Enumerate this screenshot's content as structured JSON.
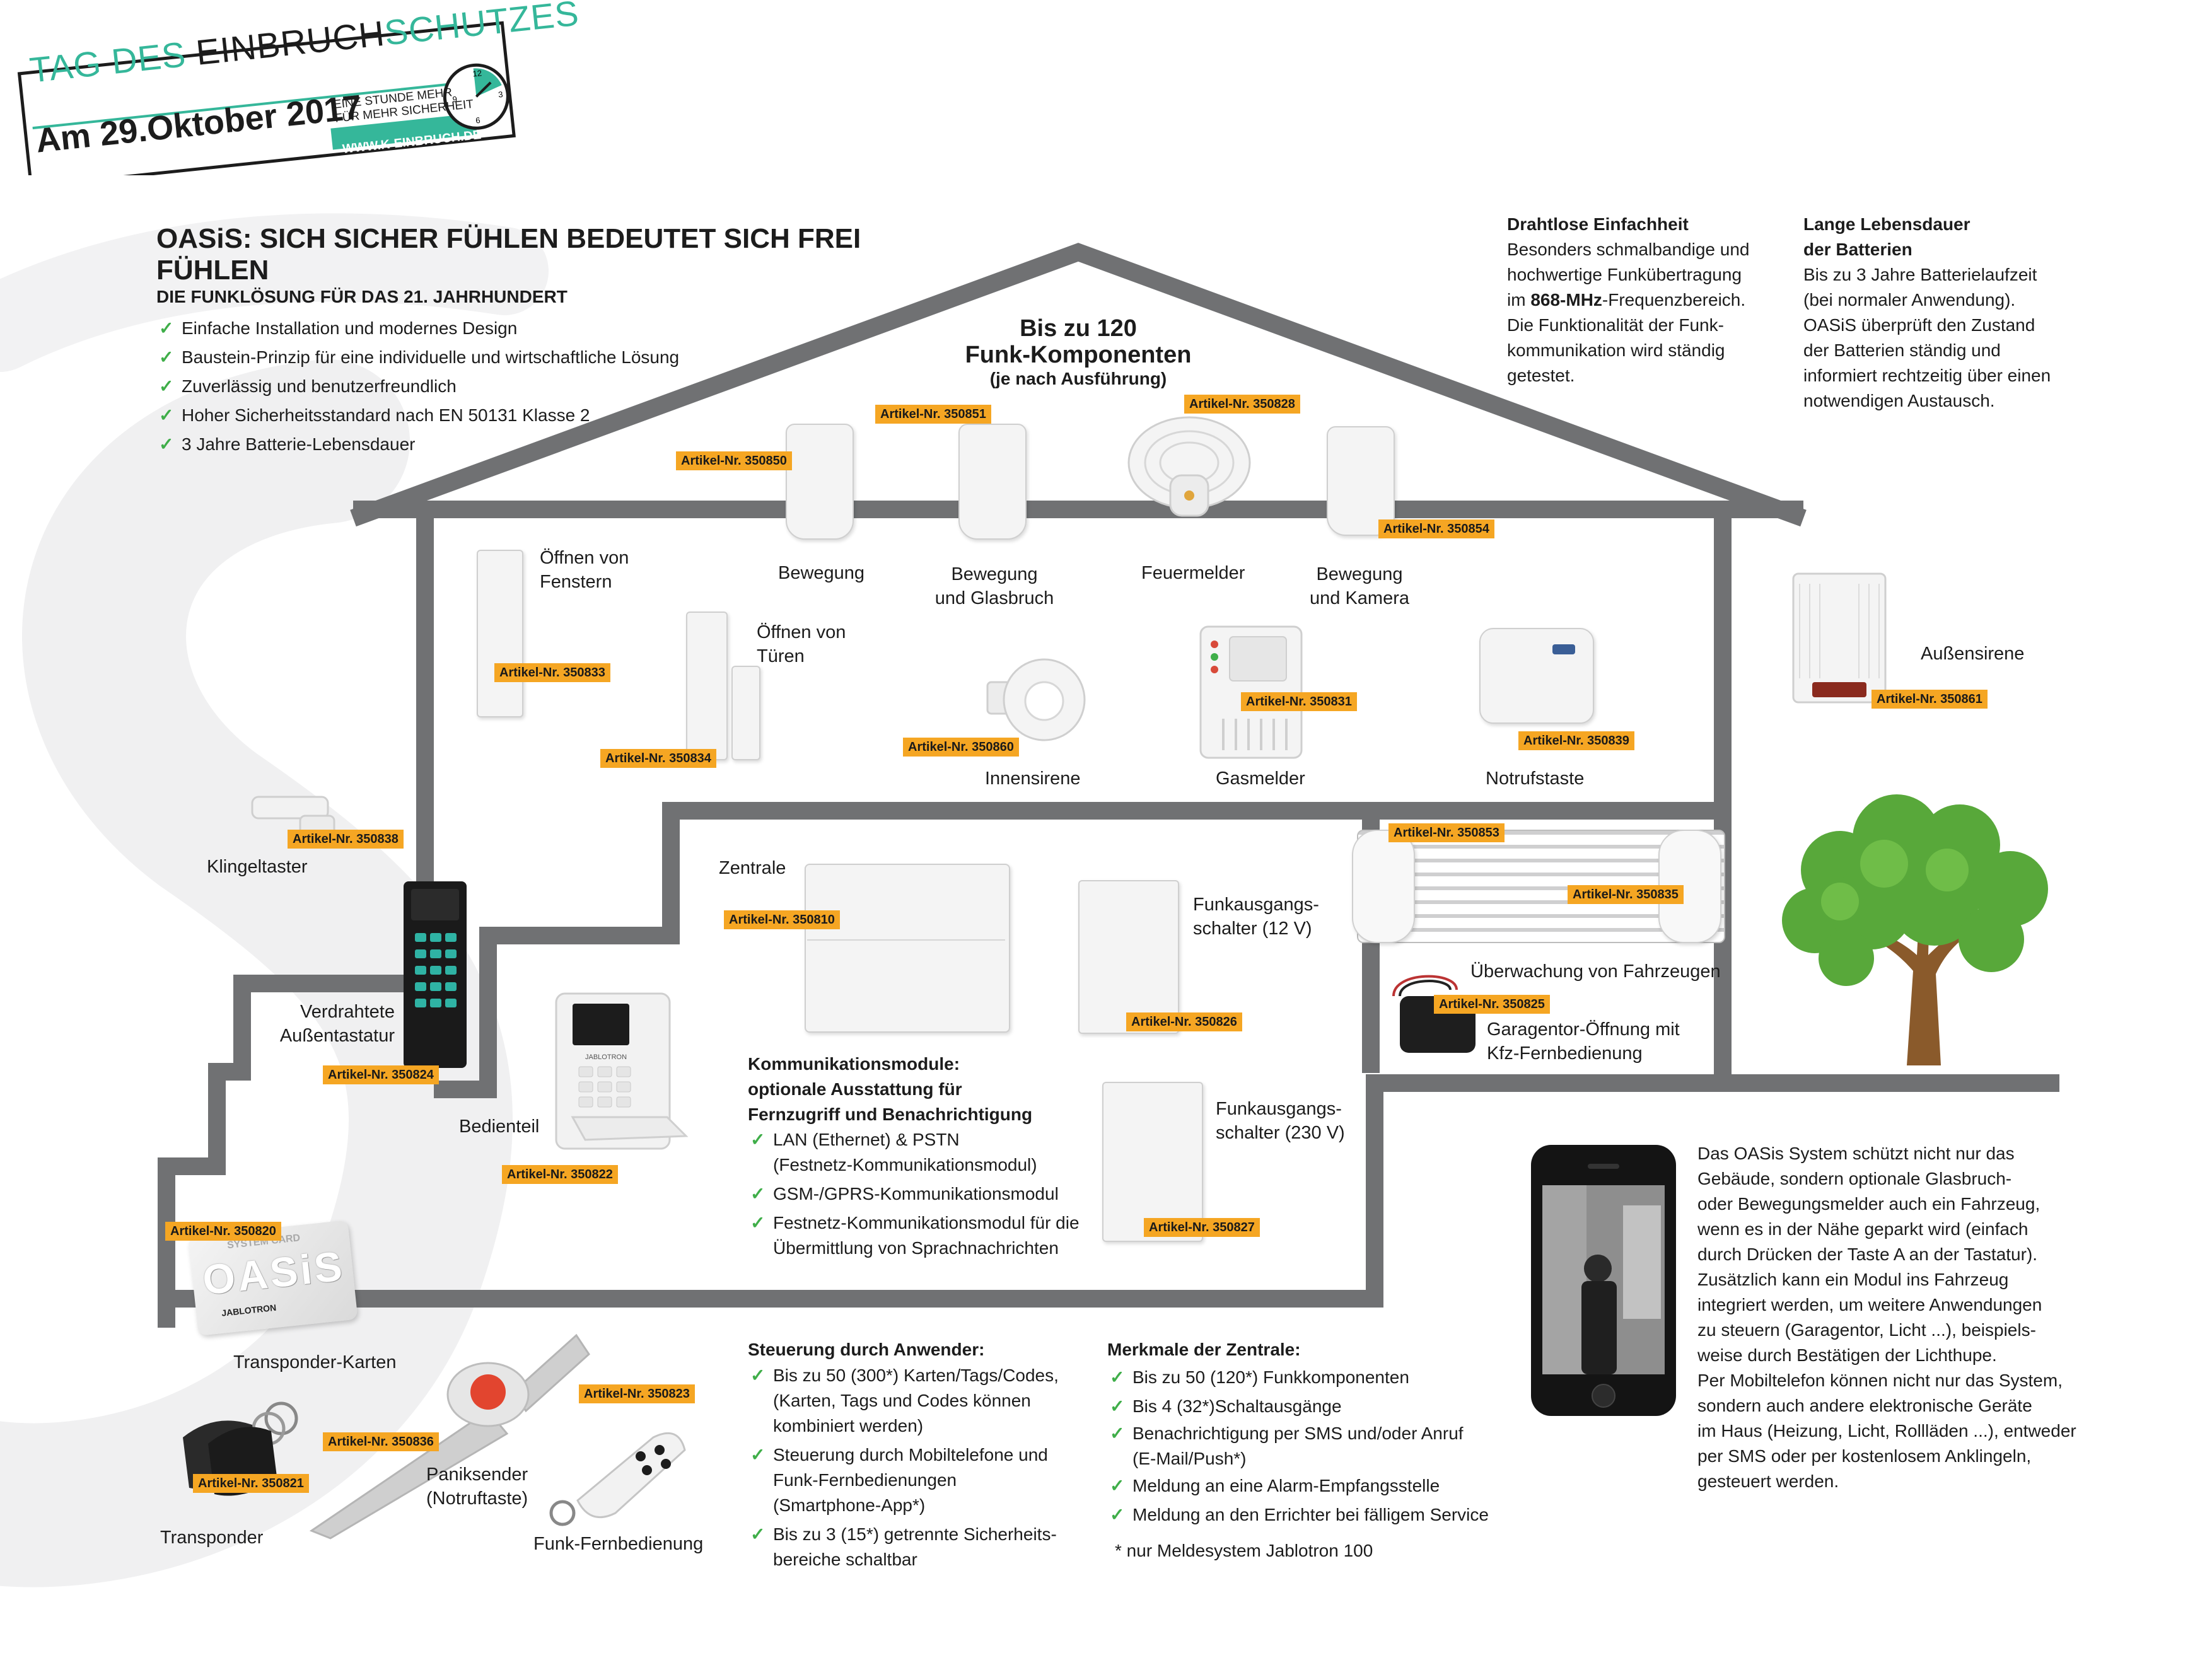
{
  "badge": {
    "line1_a": "TAG DES ",
    "line1_b": "EINBRUCH",
    "line1_c": "SCHUTZES",
    "date": "Am 29.Oktober 2017",
    "slogan1": "EINE STUNDE MEHR",
    "slogan2": "FÜR MEHR SICHERHEIT",
    "url": "WWW.K-EINBRUCH.DE",
    "clock_12": "12",
    "clock_9": "9",
    "clock_6": "6",
    "clock_3": "3"
  },
  "headline": {
    "title": "OASiS: SICH SICHER FÜHLEN BEDEUTET SICH FREI FÜHLEN",
    "subtitle": "DIE FUNKLÖSUNG FÜR DAS 21. JAHRHUNDERT",
    "features": [
      "Einfache Installation und modernes Design",
      "Baustein-Prinzip für eine individuelle und wirtschaftliche Lösung",
      "Zuverlässig und benutzerfreundlich",
      "Hoher Sicherheitsstandard nach EN 50131 Klasse 2",
      "3 Jahre Batterie-Lebensdauer"
    ]
  },
  "wireless": {
    "title": "Drahtlose Einfachheit",
    "l1": "Besonders schmalbandige und",
    "l2": "hochwertige Funkübertragung",
    "l3a": "im ",
    "l3b": "868-MHz",
    "l3c": "-Frequenzbereich.",
    "l4": "Die Funktionalität der Funk-",
    "l5": "kommunikation wird ständig",
    "l6": "getestet."
  },
  "battery": {
    "title1": "Lange Lebensdauer",
    "title2": "der Batterien",
    "l1": "Bis zu 3 Jahre Batterielaufzeit",
    "l2": "(bei normaler Anwendung).",
    "l3": "OASiS überprüft den Zustand",
    "l4": "der Batterien ständig und",
    "l5": "informiert rechtzeitig über einen",
    "l6": "notwendigen Austausch."
  },
  "components": {
    "line1": "Bis zu 120",
    "line2": "Funk-Komponenten",
    "line3": "(je nach Ausführung)"
  },
  "articles": {
    "a850": "Artikel-Nr. 350850",
    "a851": "Artikel-Nr. 350851",
    "a828": "Artikel-Nr. 350828",
    "a854": "Artikel-Nr. 350854",
    "a833": "Artikel-Nr. 350833",
    "a834": "Artikel-Nr. 350834",
    "a860": "Artikel-Nr. 350860",
    "a831": "Artikel-Nr. 350831",
    "a839": "Artikel-Nr. 350839",
    "a861": "Artikel-Nr. 350861",
    "a838": "Artikel-Nr. 350838",
    "a810": "Artikel-Nr. 350810",
    "a826": "Artikel-Nr. 350826",
    "a853": "Artikel-Nr. 350853",
    "a835": "Artikel-Nr. 350835",
    "a825": "Artikel-Nr. 350825",
    "a824": "Artikel-Nr. 350824",
    "a822": "Artikel-Nr. 350822",
    "a827": "Artikel-Nr. 350827",
    "a820": "Artikel-Nr. 350820",
    "a836": "Artikel-Nr. 350836",
    "a823": "Artikel-Nr. 350823",
    "a821": "Artikel-Nr. 350821"
  },
  "labels": {
    "bewegung": "Bewegung",
    "glas1": "Bewegung",
    "glas2": "und Glasbruch",
    "feuer": "Feuermelder",
    "kamera1": "Bewegung",
    "kamera2": "und Kamera",
    "fenster1": "Öffnen von",
    "fenster2": "Fenstern",
    "tueren1": "Öffnen von",
    "tueren2": "Türen",
    "innensirene": "Innensirene",
    "gasmelder": "Gasmelder",
    "notruf": "Notrufstaste",
    "aussensirene": "Außensirene",
    "klingel": "Klingeltaster",
    "zentrale": "Zentrale",
    "schalter12_1": "Funkausgangs-",
    "schalter12_2": "schalter (12 V)",
    "fahrzeuge": "Überwachung von Fahrzeugen",
    "garage1": "Garagentor-Öffnung mit",
    "garage2": "Kfz-Fernbedienung",
    "aussentast1": "Verdrahtete",
    "aussentast2": "Außentastatur",
    "bedienteil": "Bedienteil",
    "schalter230_1": "Funkausgangs-",
    "schalter230_2": "schalter (230 V)",
    "karten": "Transponder-Karten",
    "paniksender1": "Paniksender",
    "paniksender2": "(Notruftaste)",
    "fernbedienung": "Funk-Fernbedienung",
    "transponder": "Transponder"
  },
  "card": {
    "top": "SYSTEM CARD",
    "brand": "OASiS",
    "maker": "JABLOTRON"
  },
  "keypad_brand": "JABLOTRON",
  "kommunikation": {
    "title1": "Kommunikationsmodule:",
    "title2": "optionale Ausstattung für",
    "title3": "Fernzugriff und Benachrichtigung",
    "i1a": "LAN (Ethernet) & PSTN",
    "i1b": "(Festnetz-Kommunikationsmodul)",
    "i2": "GSM-/GPRS-Kommunikationsmodul",
    "i3a": "Festnetz-Kommunikationsmodul für die",
    "i3b": "Übermittlung von Sprachnachrichten"
  },
  "steuerung": {
    "title": "Steuerung durch Anwender:",
    "i1a": "Bis zu 50 (300*) Karten/Tags/Codes,",
    "i1b": "(Karten, Tags und Codes können",
    "i1c": "kombiniert werden)",
    "i2a": "Steuerung durch Mobiltelefone und",
    "i2b": "Funk-Fernbedienungen",
    "i2c": "(Smartphone-App*)",
    "i3a": "Bis zu 3 (15*) getrennte Sicherheits-",
    "i3b": "bereiche schaltbar"
  },
  "merkmale": {
    "title": "Merkmale der Zentrale:",
    "i1": "Bis zu 50 (120*) Funkkomponenten",
    "i2": "Bis 4 (32*)Schaltausgänge",
    "i3a": "Benachrichtigung per SMS und/oder Anruf",
    "i3b": "(E-Mail/Push*)",
    "i4": "Meldung an eine Alarm-Empfangsstelle",
    "i5": "Meldung an den Errichter bei fälligem Service",
    "note": "* nur Meldesystem Jablotron 100"
  },
  "system": {
    "lines": [
      "Das OASis System schützt nicht nur das",
      "Gebäude, sondern optionale Glasbruch-",
      "oder Bewegungsmelder auch ein Fahrzeug,",
      "wenn es in der Nähe geparkt wird (einfach",
      "durch Drücken der Taste A an der Tastatur).",
      "Zusätzlich kann ein Modul ins Fahrzeug",
      "integriert werden, um weitere Anwendungen",
      "zu steuern (Garagentor, Licht ...), beispiels-",
      "weise durch Bestätigen der Lichthupe.",
      "Per Mobiltelefon können nicht nur das System,",
      "sondern auch andere elektronische Geräte",
      "im Haus (Heizung, Licht, Rollläden ...), entweder",
      "per SMS oder per kostenlosem Anklingeln,",
      "gesteuert werden."
    ]
  },
  "colors": {
    "wall": "#707173",
    "badge_green": "#35b79a",
    "article": "#f5a623",
    "check": "#3fae49"
  }
}
